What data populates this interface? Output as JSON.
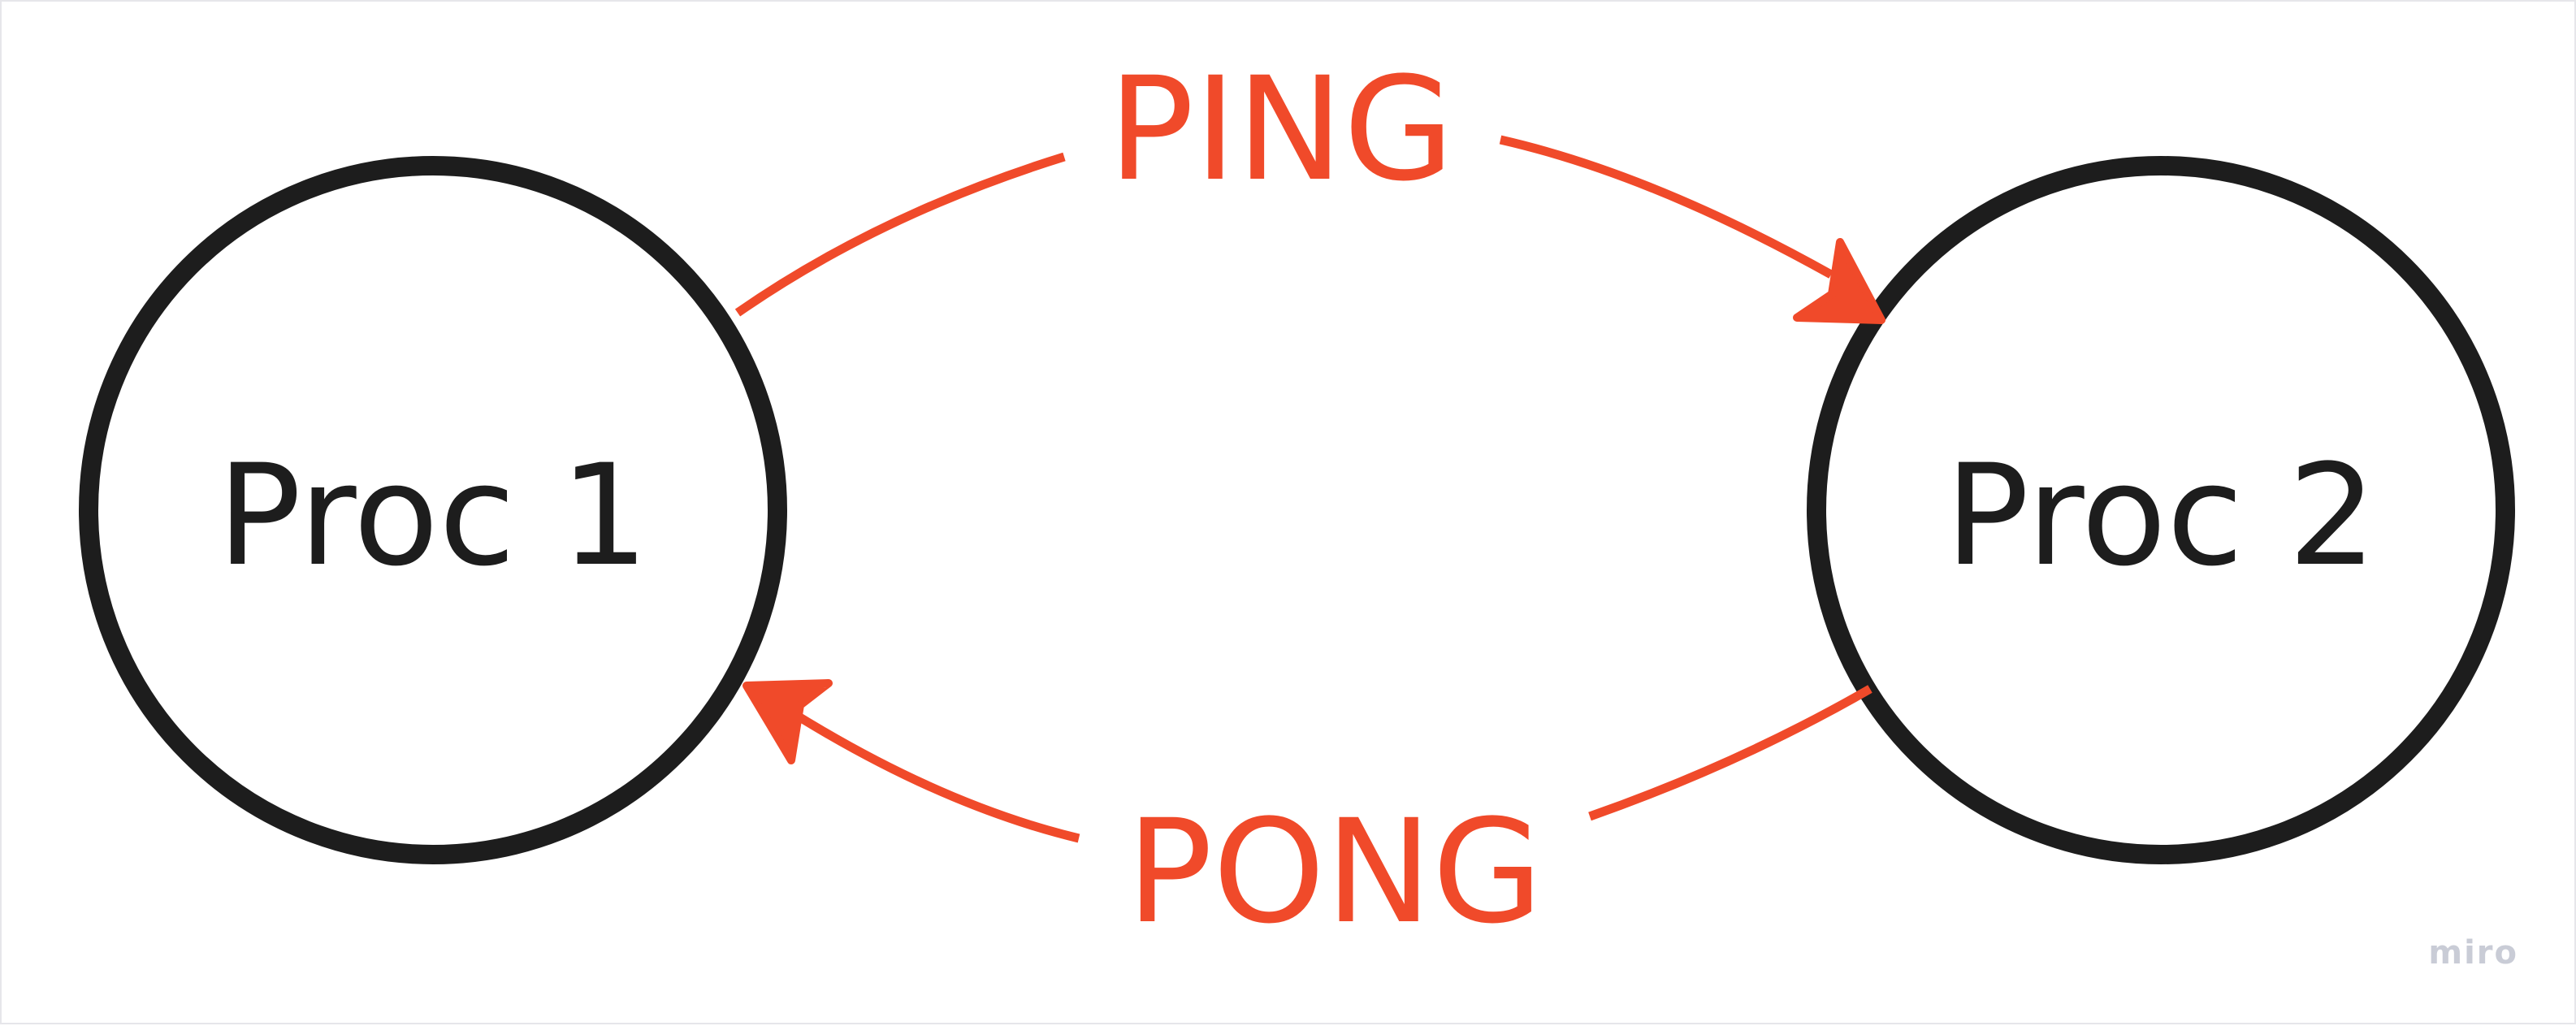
{
  "diagram": {
    "nodes": [
      {
        "id": "proc1",
        "label": "Proc 1"
      },
      {
        "id": "proc2",
        "label": "Proc 2"
      }
    ],
    "edges": [
      {
        "from": "proc1",
        "to": "proc2",
        "label": "PING"
      },
      {
        "from": "proc2",
        "to": "proc1",
        "label": "PONG"
      }
    ],
    "colors": {
      "edge": "#f04a2a",
      "node_stroke": "#1d1d1d",
      "node_fill": "#ffffff",
      "background": "#ffffff",
      "watermark": "#c9ccd6"
    }
  },
  "watermark": "miro"
}
